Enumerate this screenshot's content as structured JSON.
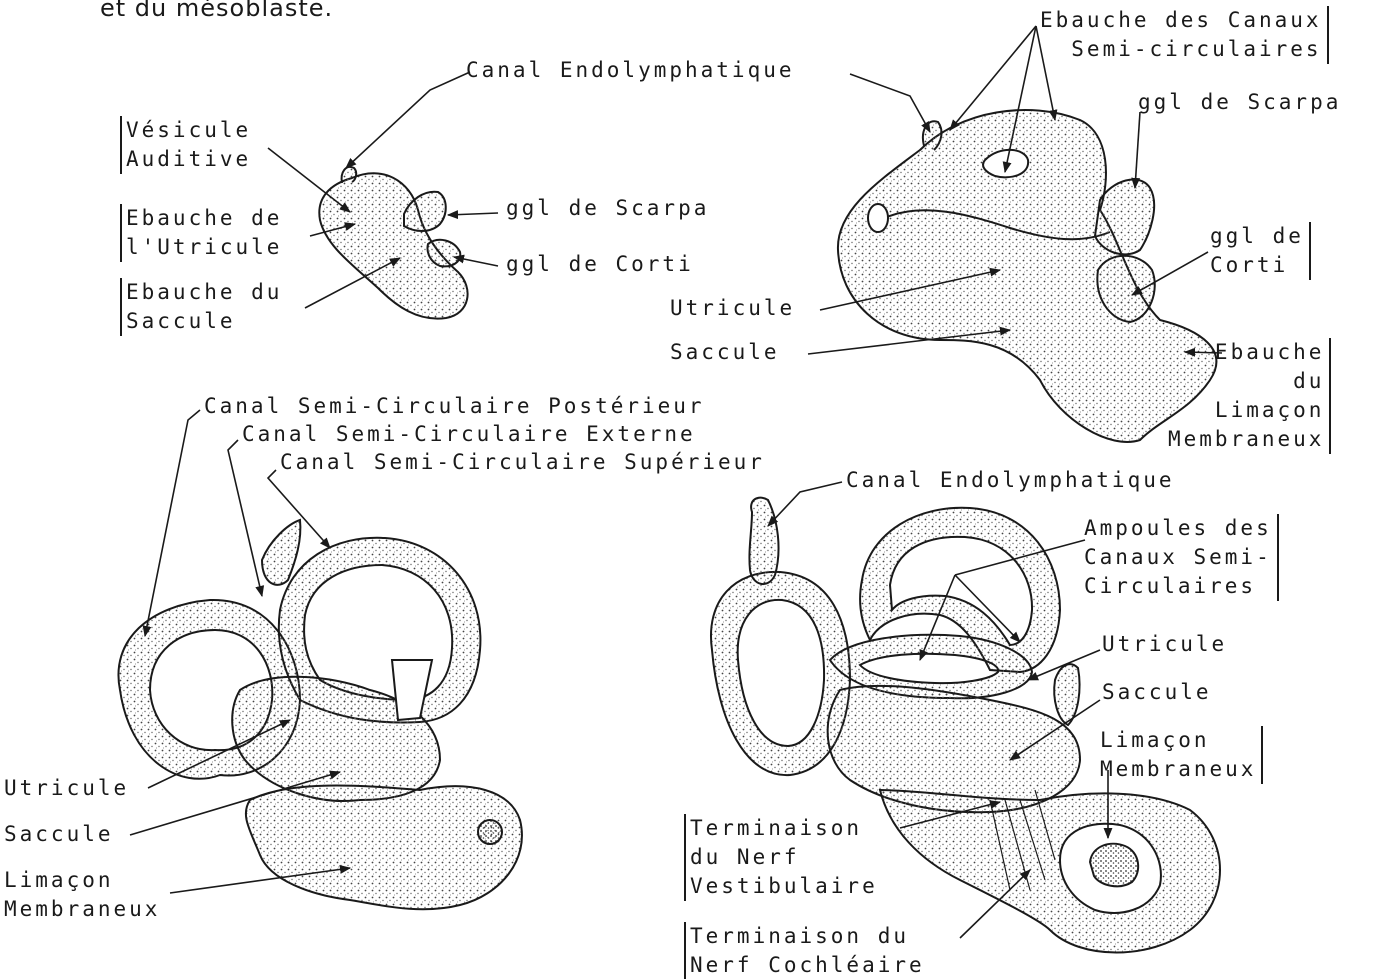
{
  "caption_fragment": "et du mésoblaste.",
  "colors": {
    "ink": "#1a1a1a",
    "paper": "#ffffff"
  },
  "panel_1": {
    "canal_endolymphatique": "Canal Endolymphatique",
    "vesicule_auditive": [
      "Vésicule",
      "Auditive"
    ],
    "ebauche_utricule": [
      "Ebauche de",
      "l'Utricule"
    ],
    "ebauche_saccule": [
      "Ebauche du",
      "Saccule"
    ],
    "ggl_scarpa": "ggl de Scarpa",
    "ggl_corti": "ggl de Corti"
  },
  "panel_2": {
    "ebauche_canaux": [
      "Ebauche des Canaux",
      "Semi-circulaires"
    ],
    "ggl_scarpa": "ggl de Scarpa",
    "ggl_corti": [
      "ggl de",
      "Corti"
    ],
    "utricule": "Utricule",
    "saccule": "Saccule",
    "ebauche_limacon": [
      "Ebauche",
      "du",
      "Limaçon",
      "Membraneux"
    ]
  },
  "panel_3": {
    "canal_posterieur": "Canal Semi-Circulaire Postérieur",
    "canal_externe": "Canal Semi-Circulaire Externe",
    "canal_superieur": "Canal Semi-Circulaire Supérieur",
    "utricule": "Utricule",
    "saccule": "Saccule",
    "limacon": [
      "Limaçon",
      "Membraneux"
    ]
  },
  "panel_4": {
    "canal_endolymphatique": "Canal Endolymphatique",
    "ampoules": [
      "Ampoules des",
      "Canaux Semi-",
      "Circulaires"
    ],
    "utricule": "Utricule",
    "saccule": "Saccule",
    "limacon": [
      "Limaçon",
      "Membraneux"
    ],
    "nerf_vestibulaire": [
      "Terminaison",
      "du Nerf",
      "Vestibulaire"
    ],
    "nerf_cochleaire": [
      "Terminaison du",
      "Nerf Cochléaire"
    ]
  }
}
